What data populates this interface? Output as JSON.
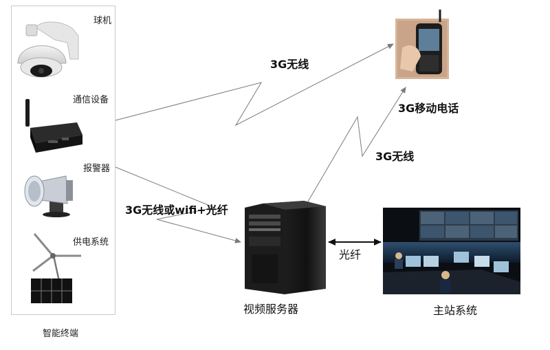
{
  "terminal": {
    "group_label": "智能终端",
    "devices": [
      {
        "label": "球机",
        "icon": "dome-camera-icon"
      },
      {
        "label": "通信设备",
        "icon": "communication-device-icon"
      },
      {
        "label": "报警器",
        "icon": "alarm-horn-icon"
      },
      {
        "label": "供电系统",
        "icon": "wind-solar-power-icon"
      }
    ]
  },
  "links": {
    "wireless_top": "3G无线",
    "wireless_right": "3G无线",
    "wireless_fiber": "3G无线或wifi+光纤",
    "fiber": "光纤"
  },
  "nodes": {
    "mobile_phone": {
      "label": "3G移动电话",
      "icon": "mobile-phone-icon"
    },
    "video_server": {
      "label": "视频服务器",
      "icon": "server-tower-icon"
    },
    "main_station": {
      "label": "主站系统",
      "icon": "control-room-icon"
    }
  },
  "colors": {
    "link_line": "#7a7a7a",
    "fiber_arrow": "#111111",
    "box_border": "#c9c9c9"
  }
}
